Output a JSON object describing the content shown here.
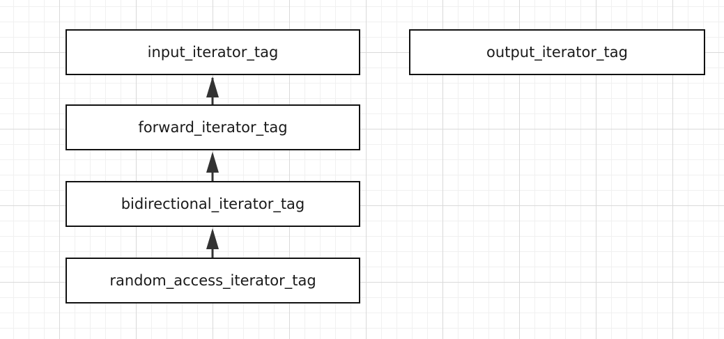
{
  "nodes": {
    "input": {
      "label": "input_iterator_tag"
    },
    "output": {
      "label": "output_iterator_tag"
    },
    "forward": {
      "label": "forward_iterator_tag"
    },
    "bidirectional": {
      "label": "bidirectional_iterator_tag"
    },
    "random_access": {
      "label": "random_access_iterator_tag"
    }
  },
  "edges": [
    {
      "from": "forward",
      "to": "input"
    },
    {
      "from": "bidirectional",
      "to": "forward"
    },
    {
      "from": "random_access",
      "to": "bidirectional"
    }
  ],
  "colors": {
    "stroke": "#111111",
    "text": "#1a1a1a",
    "grid": "#d9d9d9"
  }
}
